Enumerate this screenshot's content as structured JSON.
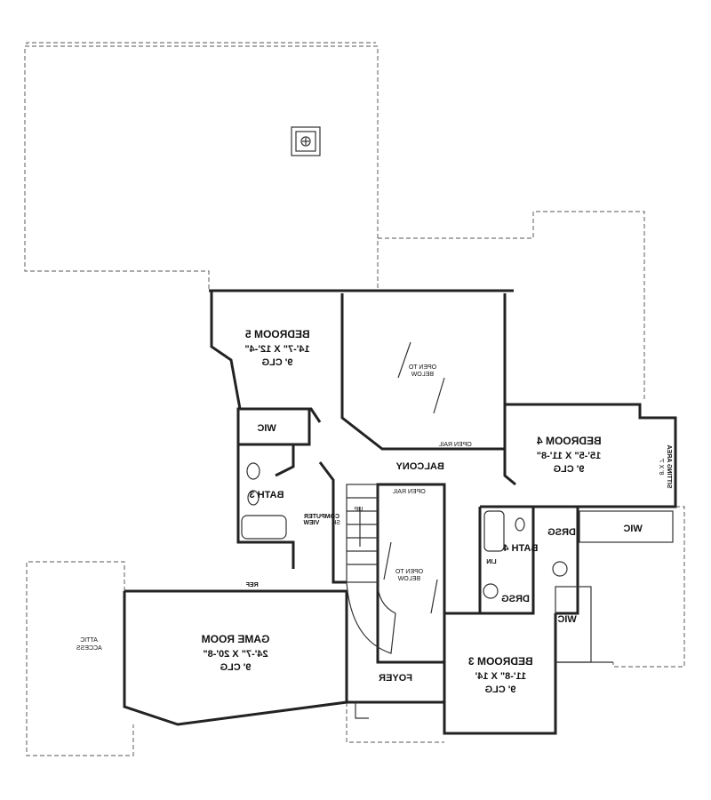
{
  "rooms": {
    "bedroom5": {
      "name": "BEDROOM 5",
      "size": "14'-7\" X 12'-4\"",
      "ceiling": "9' CLG"
    },
    "bedroom4": {
      "name": "BEDROOM 4",
      "size": "15'-5\" X 11'-8\"",
      "ceiling": "9' CLG"
    },
    "bedroom3": {
      "name": "BEDROOM 3",
      "size": "11'-8\" X 14'",
      "ceiling": "9' CLG"
    },
    "game_room": {
      "name": "GAME ROOM",
      "size": "24'-7\" X 20'-8\"",
      "ceiling": "9' CLG"
    },
    "sitting_area": {
      "name": "SITTING AREA",
      "size": "8' X 7'"
    },
    "balcony": "BALCONY",
    "foyer": "FOYER",
    "bath3": "BATH 3",
    "bath4": "BATH 4",
    "wic_bed5": "WIC",
    "wic_bed4": "WIC",
    "wic_bed3": "WIC",
    "drsg_upper": "DRSG",
    "drsg_lower": "DRSG",
    "lin": "LIN",
    "ref": "REF",
    "computer": "COMPUTER",
    "view": "VIEW",
    "sk": "SK",
    "up": "UP",
    "attic": {
      "line1": "ATTIC",
      "line2": "ACCESS"
    },
    "open_rail_1": "OPEN RAIL",
    "open_rail_2": "OPEN RAIL",
    "open_below_1": {
      "line1": "OPEN TO",
      "line2": "BELOW"
    },
    "open_below_2": {
      "line1": "OPEN TO",
      "line2": "BELOW"
    }
  }
}
